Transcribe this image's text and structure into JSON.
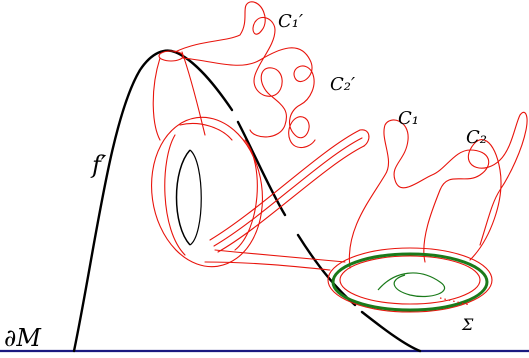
{
  "labels": {
    "boundary": "∂M",
    "f_prime": "f′",
    "c1_prime": "C₁′",
    "c2_prime": "C₂′",
    "c1": "C₁",
    "c2": "C₂",
    "sigma": "Σ"
  },
  "colors": {
    "curve": "#e8140c",
    "arc": "#000000",
    "surface": "#1a7a1a",
    "boundary_line": "#1a1a80"
  }
}
